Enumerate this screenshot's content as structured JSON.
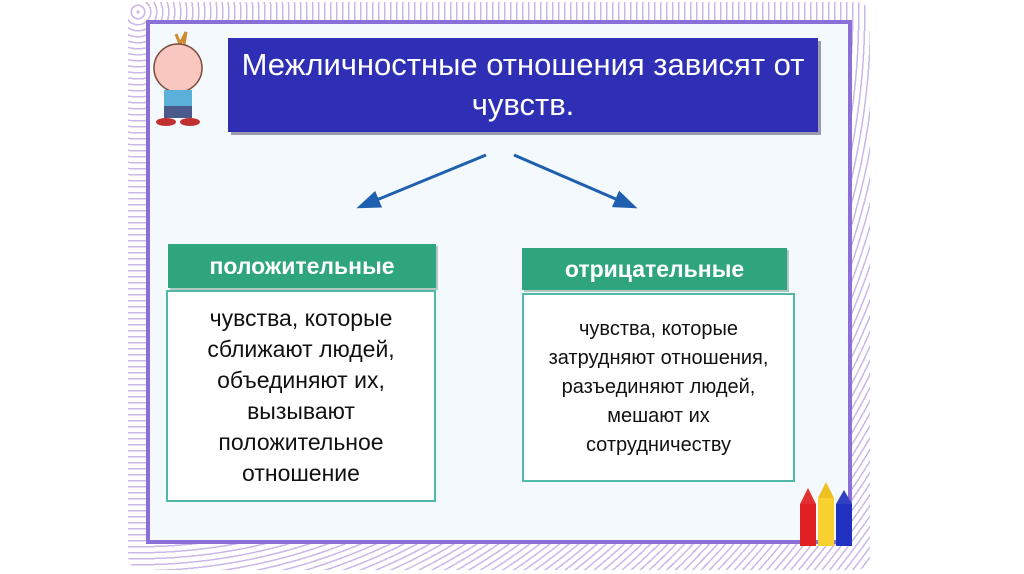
{
  "title": "Межличностные отношения зависят от чувств.",
  "positive": {
    "label": "положительные",
    "description": "чувства, которые сближают людей, объединяют их, вызывают положительное отношение"
  },
  "negative": {
    "label": "отрицательные",
    "description": "чувства, которые затрудняют отношения, разъединяют людей, мешают их сотрудничеству"
  },
  "colors": {
    "title_bg": "#2f2fb5",
    "label_bg": "#2ea57c",
    "frame": "#8b6fd6",
    "arrow": "#1f5fb0"
  }
}
